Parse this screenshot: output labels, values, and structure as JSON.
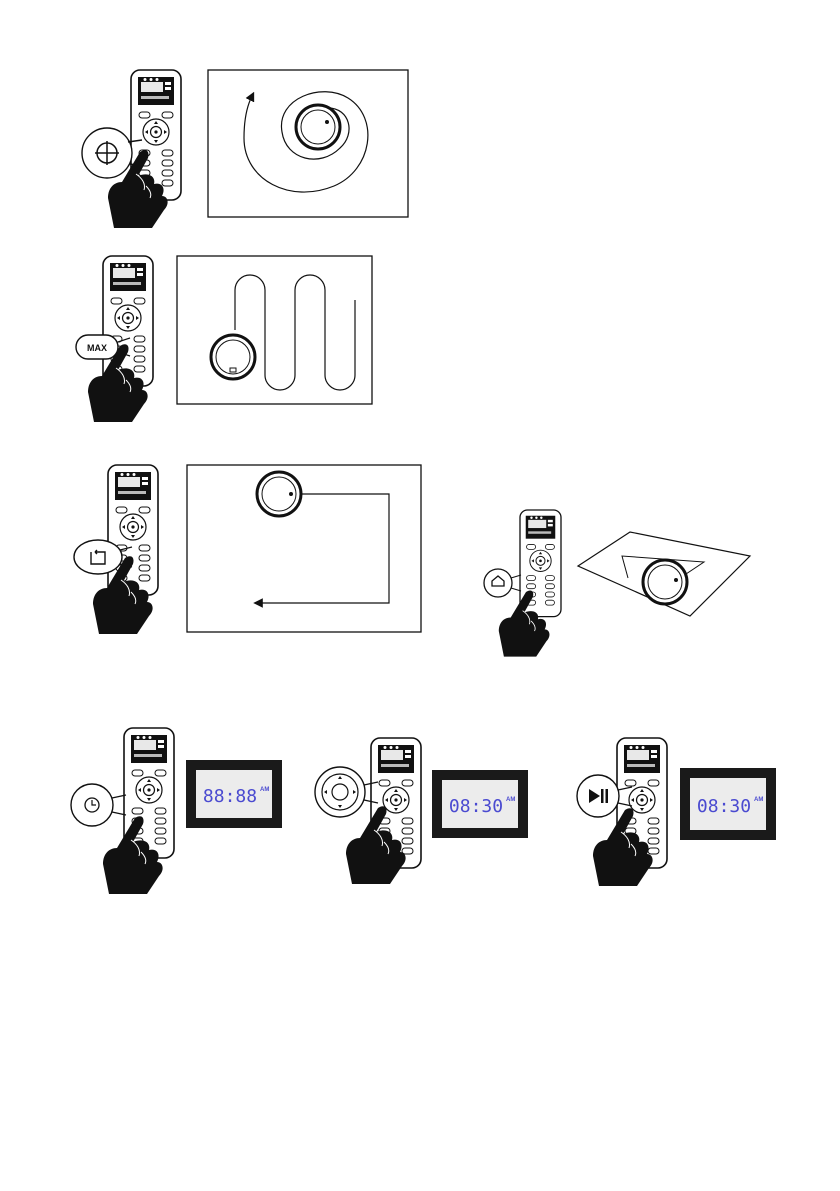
{
  "figures": {
    "spot": {
      "callout_icon": "spot-clean-icon"
    },
    "max": {
      "callout_label": "MAX"
    },
    "edge": {
      "callout_icon": "edge-clean-icon"
    },
    "area": {
      "callout_icon": "home-icon"
    }
  },
  "schedule": {
    "step1": {
      "callout_icon": "clock-icon",
      "display_time": "88:88",
      "display_suffix": "AM"
    },
    "step2": {
      "callout_icon": "direction-pad-icon",
      "display_time": "08:30",
      "display_suffix": "AM"
    },
    "step3": {
      "callout_icon": "play-pause-icon",
      "display_time": "08:30",
      "display_suffix": "AM"
    }
  },
  "colors": {
    "ink": "#111111",
    "lcd": "#4a4ad0",
    "lcd_bg": "#ececec",
    "frame": "#1a1a1a"
  }
}
